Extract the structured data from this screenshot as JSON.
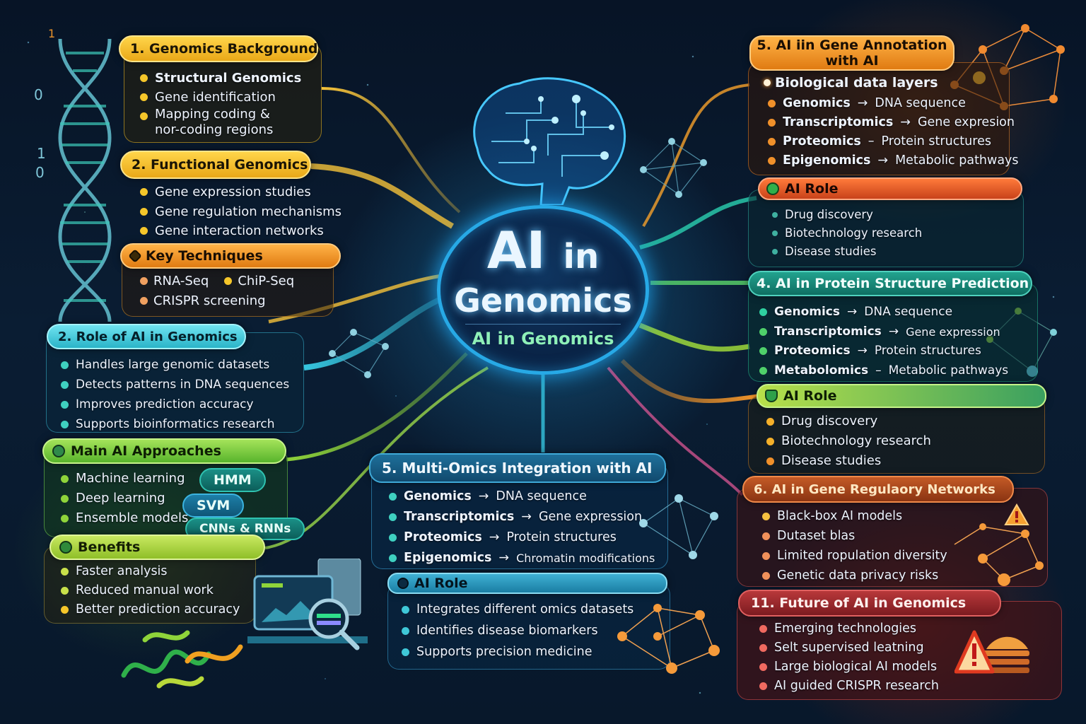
{
  "center": {
    "title_ai": "AI",
    "title_in": "in",
    "title_genomics": "Genomics",
    "subtitle": "AI in Genomics"
  },
  "colors": {
    "background": "#0a1d33",
    "hub_ring": "#27a9e6",
    "yellow": "#f2b92a",
    "orange": "#e88a1c",
    "cyan": "#3fc8d8",
    "green": "#74c83a",
    "teal": "#14897a",
    "red_orange": "#e0562a",
    "red": "#9c2a2e"
  },
  "left": {
    "genomics_background": {
      "title": "1. Genomics Background",
      "items": [
        "Structural Genomics",
        "Gene identification",
        "Mapping coding & nor-coding regions"
      ]
    },
    "functional_genomics": {
      "title": "2. Functional Genomics",
      "items": [
        "Gene expression studies",
        "Gene regulation mechanisms",
        "Gene interaction networks"
      ]
    },
    "key_techniques": {
      "title": "Key Techniques",
      "icon": "puzzle-icon",
      "items": [
        "RNA-Seq",
        "ChiP-Seq",
        "CRISPR screening"
      ]
    },
    "role_of_ai": {
      "title": "2. Role of AI in Genomics",
      "items": [
        "Handles large genomic datasets",
        "Detects patterns in DNA sequences",
        "Improves prediction accuracy",
        "Supports bioinformatics research"
      ]
    },
    "main_ai_approaches": {
      "title": "Main AI Approaches",
      "icon": "leaf-icon",
      "items": [
        "Machine learning",
        "Deep learning",
        "Ensemble models"
      ],
      "tags": [
        "HMM",
        "SVM",
        "CNNs & RNNs"
      ]
    },
    "benefits": {
      "title": "Benefits",
      "icon": "circle-icon",
      "items": [
        "Faster analysis",
        "Reduced manual work",
        "Better prediction accuracy"
      ]
    }
  },
  "bottom_center": {
    "multi_omics": {
      "title": "5. Multi-Omics Integration with AI",
      "items": [
        {
          "term": "Genomics",
          "arrow": "→",
          "desc": "DNA sequence"
        },
        {
          "term": "Transcriptomics",
          "arrow": "→",
          "desc": "Gene expression"
        },
        {
          "term": "Proteomics",
          "arrow": "→",
          "desc": "Protein structures"
        },
        {
          "term": "Epigenomics",
          "arrow": "→",
          "desc": "Chromatin modifications"
        }
      ]
    },
    "ai_role": {
      "title": "AI Role",
      "icon": "eye-icon",
      "items": [
        "Integrates different omics datasets",
        "Identifies disease biomarkers",
        "Supports precision medicine"
      ]
    }
  },
  "right": {
    "gene_annotation": {
      "title_line1": "5. AI iin Gene Annotation",
      "title_line2": "with AI",
      "subheading": "Biological data layers",
      "items": [
        {
          "term": "Genomics",
          "arrow": "→",
          "desc": "DNA sequence"
        },
        {
          "term": "Transcriptomics",
          "arrow": "→",
          "desc": "Gene expresion"
        },
        {
          "term": "Proteomics",
          "arrow": "–",
          "desc": "Protein structures"
        },
        {
          "term": "Epigenomics",
          "arrow": "→",
          "desc": "Metabolic pathways"
        }
      ]
    },
    "ai_role_1": {
      "title": "AI Role",
      "icon": "circle-icon",
      "items": [
        "Drug discovery",
        "Biotechnology research",
        "Disease studies"
      ]
    },
    "protein_structure": {
      "title": "4. AI in Protein Structure Prediction",
      "items": [
        {
          "term": "Genomics",
          "arrow": "→",
          "desc": "DNA sequence"
        },
        {
          "term": "Transcriptomics",
          "arrow": "→",
          "desc": "Gene expression"
        },
        {
          "term": "Proteomics",
          "arrow": "→",
          "desc": "Protein structures"
        },
        {
          "term": "Metabolomics",
          "arrow": "–",
          "desc": "Metabolic pathways"
        }
      ]
    },
    "ai_role_2": {
      "title": "AI Role",
      "icon": "shield-icon",
      "items": [
        "Drug discovery",
        "Biotechnology research",
        "Disease studies"
      ]
    },
    "gene_regulatory": {
      "title": "6. AI in Gene Regulaory Networks",
      "items": [
        "Black-box AI models",
        "Dutaset blas",
        "Limited ropulation diversity",
        "Genetic data privacy risks"
      ]
    },
    "future": {
      "title": "11. Future of AI in Genomics",
      "items": [
        "Emerging technologies",
        "Selt supervised leatning",
        "Large biological AI models",
        "AI guided CRISPR research"
      ]
    }
  },
  "decor": {
    "binary_digits": [
      "1",
      "0",
      "0",
      "1",
      "0"
    ]
  }
}
